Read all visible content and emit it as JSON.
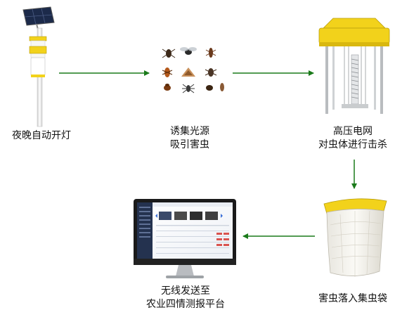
{
  "steps": {
    "night_on": "夜晚自动开灯",
    "lure_1": "诱集光源",
    "lure_2": "吸引害虫",
    "zap_1": "高压电网",
    "zap_2": "对虫体进行击杀",
    "bag": "害虫落入集虫袋",
    "send_1": "无线发送至",
    "send_2": "农业四情测报平台"
  },
  "colors": {
    "arrow": "#1a7a1a",
    "lamp_yellow": "#f2d21b",
    "pole": "#e6e6e6"
  }
}
